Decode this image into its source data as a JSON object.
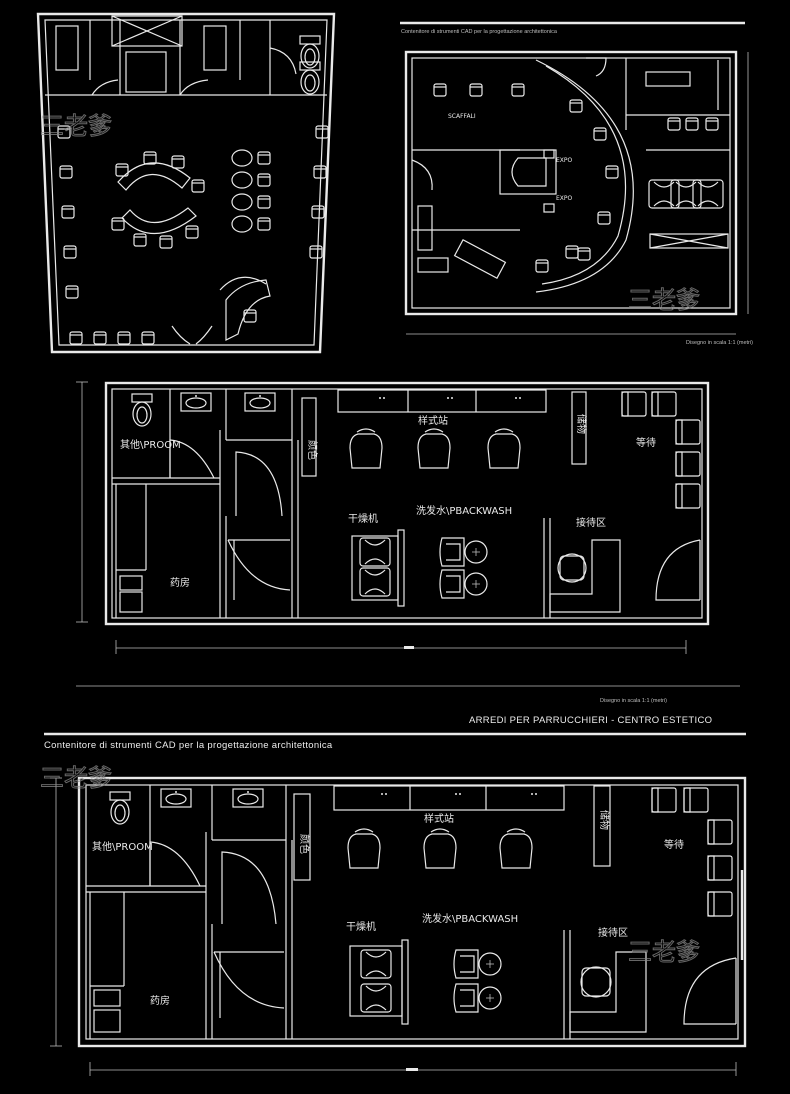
{
  "header_top": {
    "caption": "Contenitore di strumenti CAD per la progettazione architettonica",
    "scale_note": "Disegno in scala 1:1 (metri)"
  },
  "title_block": {
    "scale_note": "Disegno in scala 1:1 (metri)",
    "title": "ARREDI PER PARRUCCHIERI - CENTRO ESTETICO",
    "caption": "Contenitore di strumenti CAD per la progettazione architettonica"
  },
  "watermark": "三老爹",
  "top_right_plan": {
    "labels": {
      "shelf": "SCAFFALI",
      "expo_1": "EXPO",
      "expo_2": "EXPO"
    }
  },
  "plan_1": {
    "rooms": {
      "other_room": "其他\\PROOM",
      "dispensary": "药房",
      "color": "颜色",
      "styling": "样式站",
      "dryer": "干燥机",
      "backwash": "洗发水\\PBACKWASH",
      "reception_desk": "接待区",
      "waiting": "等待",
      "storage": "储物"
    }
  },
  "plan_2": {
    "rooms": {
      "other_room": "其他\\PROOM",
      "dispensary": "药房",
      "color": "颜色",
      "styling": "样式站",
      "dryer": "干燥机",
      "backwash": "洗发水\\PBACKWASH",
      "reception_desk": "接待区",
      "waiting": "等待",
      "storage": "储物"
    }
  }
}
